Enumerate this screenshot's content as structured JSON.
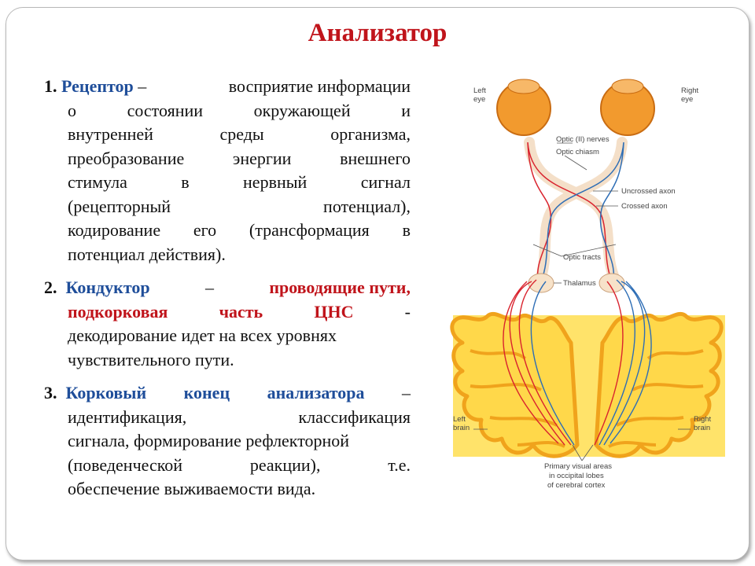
{
  "slide": {
    "title": "Анализатор"
  },
  "items": [
    {
      "number": "1.",
      "term": "Рецептор",
      "dash": "–",
      "line1_rest": "восприятие информации",
      "lines": [
        [
          "о",
          "состоянии",
          "окружающей",
          "и"
        ],
        [
          "внутренней",
          "среды",
          "организма,"
        ],
        [
          "преобразование",
          "энергии",
          "внешнего"
        ],
        [
          "стимула",
          "в",
          "нервный",
          "сигнал"
        ],
        [
          "(рецепторный",
          "потенциал),"
        ],
        [
          "кодирование",
          "его",
          "(трансформация",
          "в"
        ]
      ],
      "last_line": "потенциал действия)."
    },
    {
      "number": "2.",
      "term": "Кондуктор",
      "dash": "–",
      "red1": "проводящие пути,",
      "red2a": "подкорковая",
      "red2b": "часть",
      "red2c": "ЦНС",
      "dash2": "-",
      "line3": "декодирование идет на всех уровнях",
      "line4": "чувствительного пути."
    },
    {
      "number": "3.",
      "term_a": "Корковый",
      "term_b": "конец",
      "term_c": "анализатора",
      "dash": "–",
      "line2a": "идентификация,",
      "line2b": "классификация",
      "line3": "сигнала, формирование рефлекторной",
      "line4a": "(поведенческой",
      "line4b": "реакции),",
      "line4c": "т.е.",
      "line5": "обеспечение выживаемости вида."
    }
  ],
  "figure": {
    "labels": {
      "left_eye_1": "Left",
      "left_eye_2": "eye",
      "right_eye_1": "Right",
      "right_eye_2": "eye",
      "optic_nerves": "Optic (II) nerves",
      "optic_chiasm": "Optic chiasm",
      "uncrossed_axon": "Uncrossed axon",
      "crossed_axon": "Crossed axon",
      "optic_tracts": "Optic tracts",
      "thalamus": "Thalamus",
      "left_brain_1": "Left",
      "left_brain_2": "brain",
      "right_brain_1": "Right",
      "right_brain_2": "brain",
      "primary_1": "Primary visual areas",
      "primary_2": "in occipital lobes",
      "primary_3": "of cerebral cortex"
    },
    "colors": {
      "eyeball": "#f29a2e",
      "cortex_fill": "#ffe36a",
      "cortex_outline": "#f0a31c",
      "tract": "#f4dfc8",
      "red_axon": "#d9232e",
      "blue_axon": "#2d6db5"
    }
  }
}
